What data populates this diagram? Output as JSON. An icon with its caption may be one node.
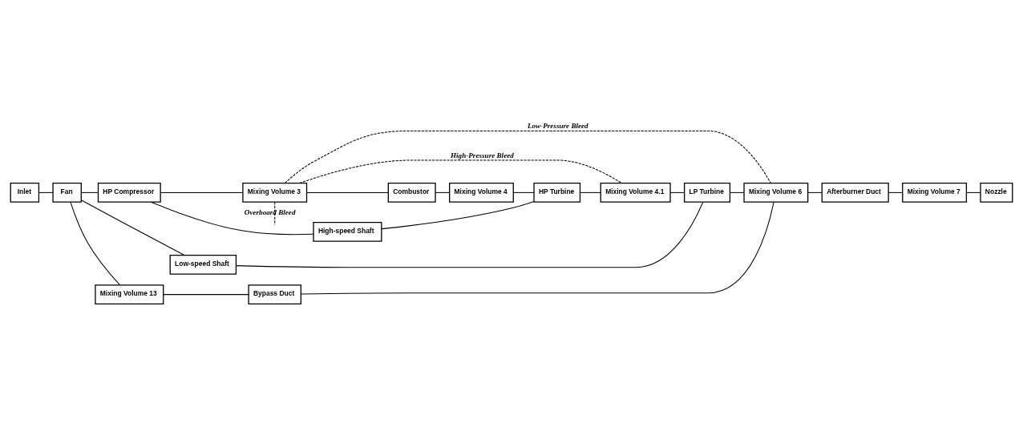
{
  "diagram": {
    "nodes": [
      {
        "text": [
          "Inlet"
        ]
      },
      {
        "text": [
          "Fan"
        ]
      },
      {
        "text": [
          "HP Compressor"
        ]
      },
      {
        "text": [
          "Mixing Volume 3"
        ]
      },
      {
        "text": [
          "Combustor"
        ]
      },
      {
        "text": [
          "Mixing Volume 4"
        ]
      },
      {
        "text": [
          "HP Turbine"
        ]
      },
      {
        "text": [
          "Mixing Volume 4.1"
        ]
      },
      {
        "text": [
          "LP Turbine"
        ]
      },
      {
        "text": [
          "Mixing Volume 6"
        ]
      },
      {
        "text": [
          "Afterburner Duct"
        ]
      },
      {
        "text": [
          "Mixing Volume 7"
        ]
      },
      {
        "text": [
          "Nozzle"
        ]
      },
      {
        "text": [
          "Mixing Volume 13"
        ]
      },
      {
        "text": [
          "Bypass Duct"
        ]
      },
      {
        "text": [
          "Low-speed Shaft"
        ]
      },
      {
        "text": [
          "High-speed Shaft"
        ]
      }
    ],
    "edges": [
      {
        "from": 0,
        "to": 1,
        "arrow": "none"
      },
      {
        "from": 1,
        "to": 2,
        "arrow": "none"
      },
      {
        "from": 2,
        "to": 3,
        "arrow": "none"
      },
      {
        "from": 3,
        "to": 4,
        "arrow": "none"
      },
      {
        "from": 4,
        "to": 5,
        "arrow": "none"
      },
      {
        "from": 5,
        "to": 6,
        "arrow": "none"
      },
      {
        "from": 6,
        "to": 7,
        "arrow": "none"
      },
      {
        "from": 7,
        "to": 8,
        "arrow": "none"
      },
      {
        "from": 8,
        "to": 9,
        "arrow": "none"
      },
      {
        "from": 9,
        "to": 10,
        "arrow": "none"
      },
      {
        "from": 10,
        "to": 11,
        "arrow": "none"
      },
      {
        "from": 11,
        "to": 12,
        "arrow": "none"
      },
      {
        "from": 1,
        "to": 13,
        "arrow": "none"
      },
      {
        "from": 13,
        "to": 14,
        "arrow": "none"
      },
      {
        "from": 14,
        "to": 9,
        "arrow": "none"
      },
      {
        "from": 2,
        "to": 16,
        "arrow": "none"
      },
      {
        "from": 16,
        "to": 6,
        "arrow": "none"
      },
      {
        "from": 1,
        "to": 15,
        "arrow": "none"
      },
      {
        "from": 15,
        "to": 8,
        "arrow": "none"
      },
      {
        "from": 3,
        "to": null,
        "arrow": "none",
        "label": "Overboard Bleed",
        "style": "dashed"
      },
      {
        "from": 3,
        "to": 7,
        "arrow": "none",
        "label": "High-Pressure Bleed",
        "style": "dashed"
      },
      {
        "from": 3,
        "to": 9,
        "arrow": "none",
        "label": "Low-Pressure Bleed",
        "style": "dashed"
      }
    ]
  }
}
